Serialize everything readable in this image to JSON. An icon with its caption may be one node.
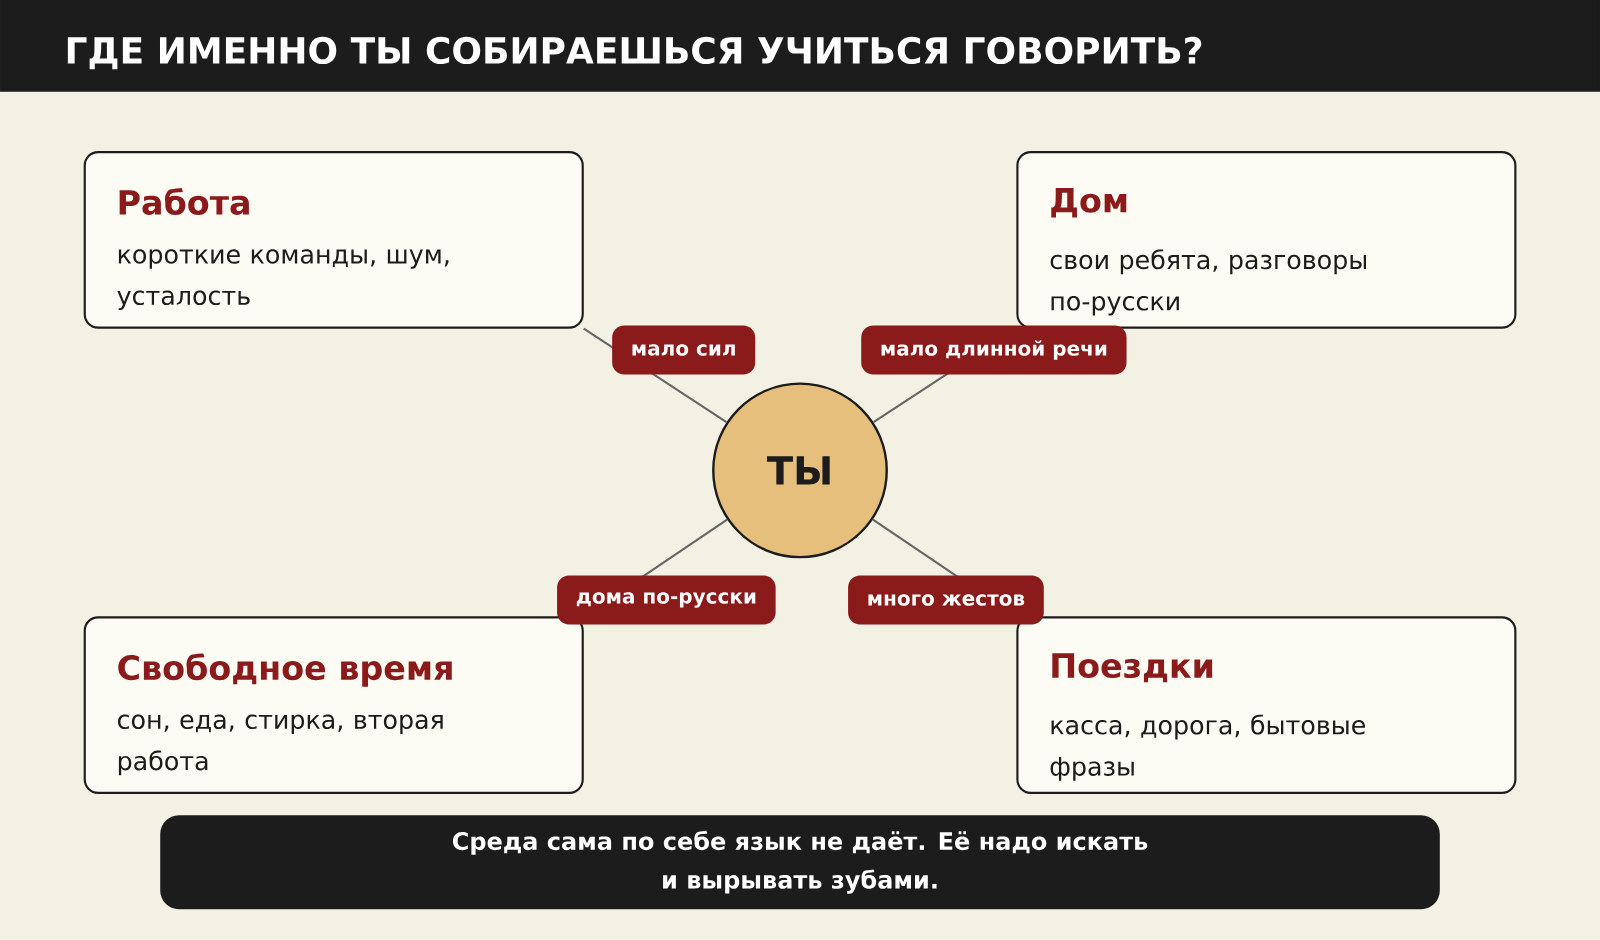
{
  "diagram": {
    "title": "ГДЕ ИМЕННО ТЫ СОБИРАЕШЬСЯ УЧИТЬСЯ ГОВОРИТЬ?",
    "nodes": [
      {
        "text": [
          "Работа",
          "короткие команды, шум, усталость"
        ]
      },
      {
        "text": [
          "Дом",
          "свои ребята, разговоры по-русски"
        ]
      },
      {
        "text": [
          "ТЫ"
        ]
      },
      {
        "text": [
          "Свободное время",
          "сон, еда, стирка, вторая работа"
        ]
      },
      {
        "text": [
          "Поездки",
          "касса, дорога, бытовые фразы"
        ]
      },
      {
        "text": [
          "Среда сама по себе язык не даёт. Её надо искать и вырывать зубами."
        ]
      }
    ],
    "edges": [
      {
        "from": 2,
        "to": 0,
        "arrow": "none",
        "label": "мало сил"
      },
      {
        "from": 2,
        "to": 1,
        "arrow": "none",
        "label": "мало длинной речи"
      },
      {
        "from": 2,
        "to": 3,
        "arrow": "none",
        "label": "дома по-русски"
      },
      {
        "from": 2,
        "to": 4,
        "arrow": "none",
        "label": "много жестов"
      }
    ]
  }
}
